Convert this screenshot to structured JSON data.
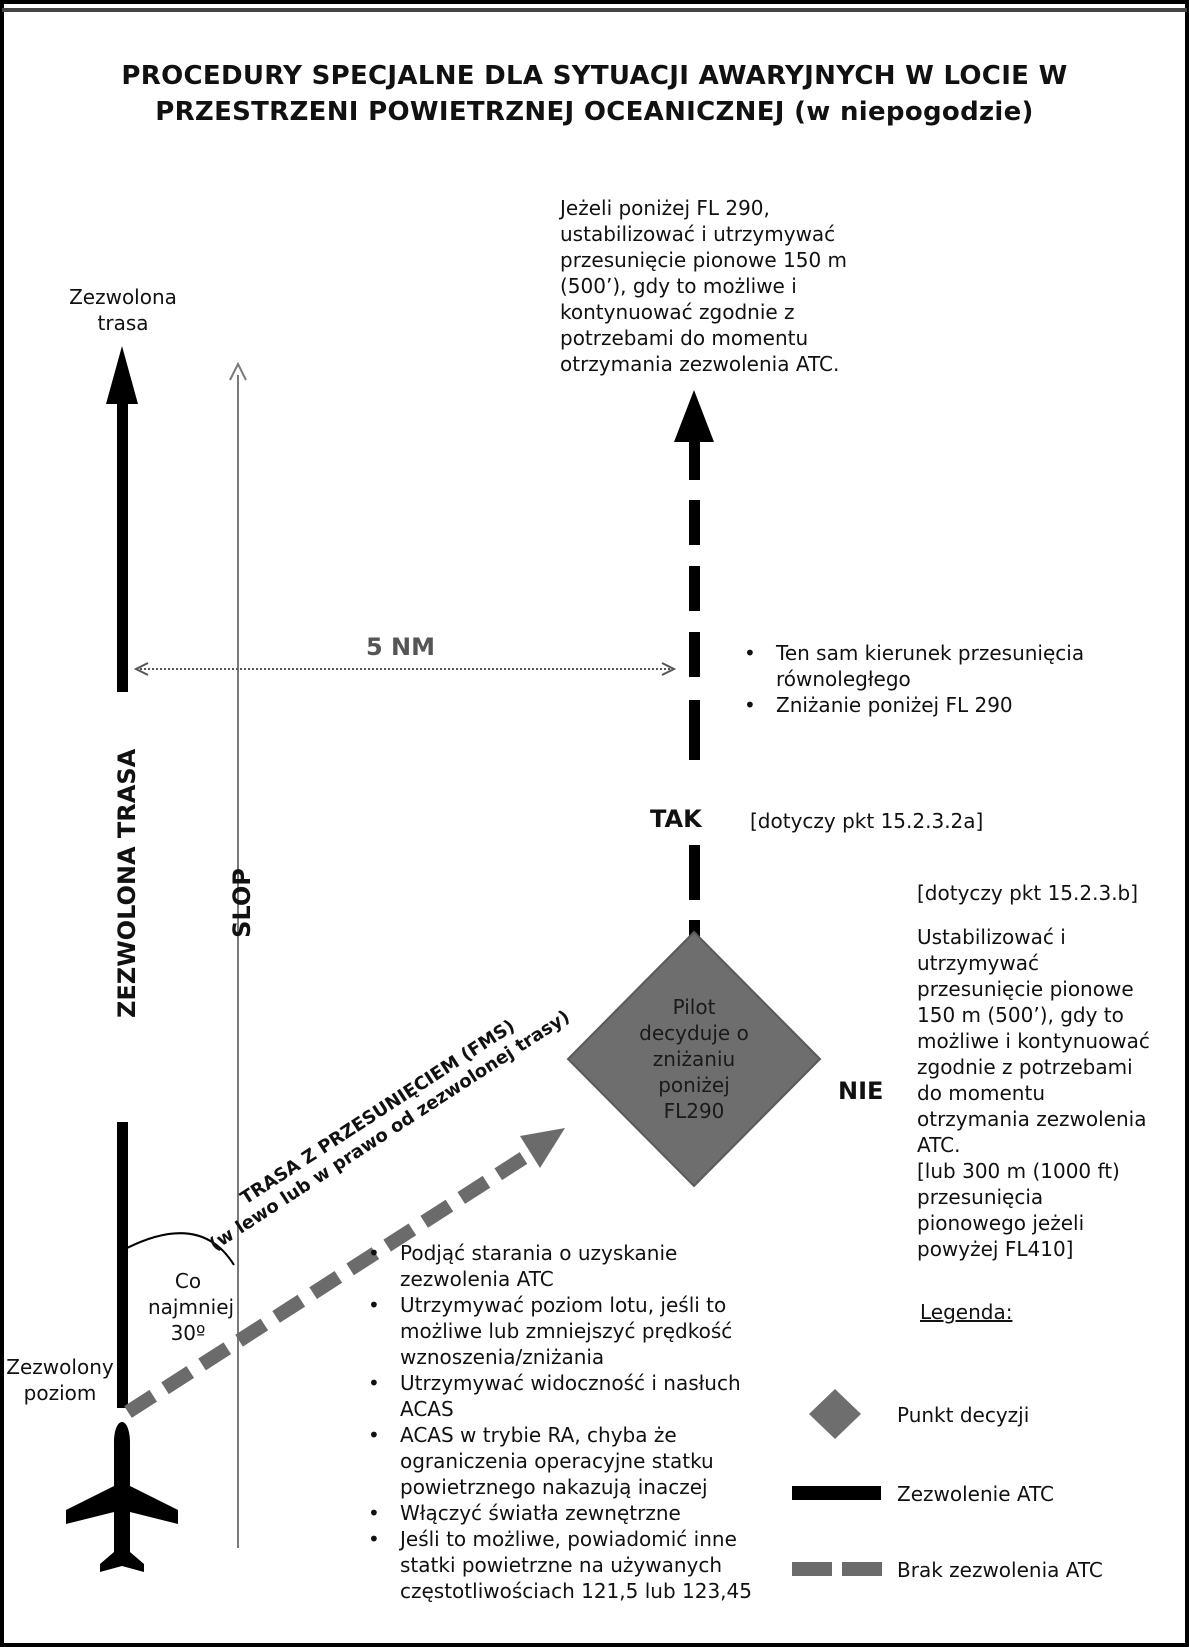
{
  "title_line1": "PROCEDURY SPECJALNE DLA SYTUACJI AWARYJNYCH W LOCIE W",
  "title_line2": "PRZESTRZENI POWIETRZNEJ OCEANICZNEJ (w niepogodzie)",
  "cleared_route_label_line1": "Zezwolona",
  "cleared_route_label_line2": "trasa",
  "cleared_route_vertical": "ZEZWOLONA TRASA",
  "slop_label": "SLOP",
  "top_note_lines": [
    "Jeżeli poniżej FL 290,",
    "ustabilizować i utrzymywać",
    "przesunięcie pionowe 150 m",
    "(500’), gdy to możliwe i",
    "kontynuować zgodnie z",
    "potrzebami do momentu",
    "otrzymania zezwolenia ATC."
  ],
  "distance_label": "5 NM",
  "yes_bullets": [
    "Ten sam kierunek przesunięcia równoległego",
    "Zniżanie poniżej FL 290"
  ],
  "yes_label": "TAK",
  "yes_ref": "[dotyczy pkt 15.2.3.2a]",
  "no_label": "NIE",
  "no_ref": "[dotyczy pkt 15.2.3.b]",
  "no_note_lines": [
    "Ustabilizować i",
    "utrzymywać",
    "przesunięcie pionowe",
    "150 m (500’), gdy to",
    "możliwe i kontynuować",
    "zgodnie z potrzebami",
    "do momentu",
    "otrzymania zezwolenia",
    "ATC.",
    "[lub 300 m (1000 ft)",
    "przesunięcia",
    "pionowego jeżeli",
    "powyżej FL410]"
  ],
  "decision_lines": [
    "Pilot",
    "decyduje o",
    "zniżaniu",
    "poniżej",
    "FL290"
  ],
  "offset_route_line1": "TRASA Z PRZESUNIĘCIEM (FMS)",
  "offset_route_line2": "(w lewo lub w prawo od zezwolonej trasy)",
  "angle_label_line1": "Co",
  "angle_label_line2": "najmniej",
  "angle_label_line3": "30º",
  "cleared_level_line1": "Zezwolony",
  "cleared_level_line2": "poziom",
  "action_bullets": [
    "Podjąć starania o uzyskanie zezwolenia ATC",
    "Utrzymywać poziom lotu, jeśli to możliwe lub zmniejszyć prędkość wznoszenia/zniżania",
    "Utrzymywać widoczność i nasłuch ACAS",
    "ACAS w trybie RA, chyba że ograniczenia operacyjne statku powietrznego nakazują inaczej",
    "Włączyć światła zewnętrzne",
    "Jeśli to możliwe, powiadomić inne statki powietrzne na używanych częstotliwościach 121,5 lub 123,45"
  ],
  "legend": {
    "title": "Legenda:",
    "decision_point": "Punkt decyzji",
    "atc_clearance": "Zezwolenie ATC",
    "no_atc_clearance": "Brak zezwolenia ATC"
  },
  "colors": {
    "diamond": "#6e6e6e",
    "dash_gray": "#6b6b6b",
    "black": "#000000",
    "slop_line": "#7a7a7a"
  }
}
